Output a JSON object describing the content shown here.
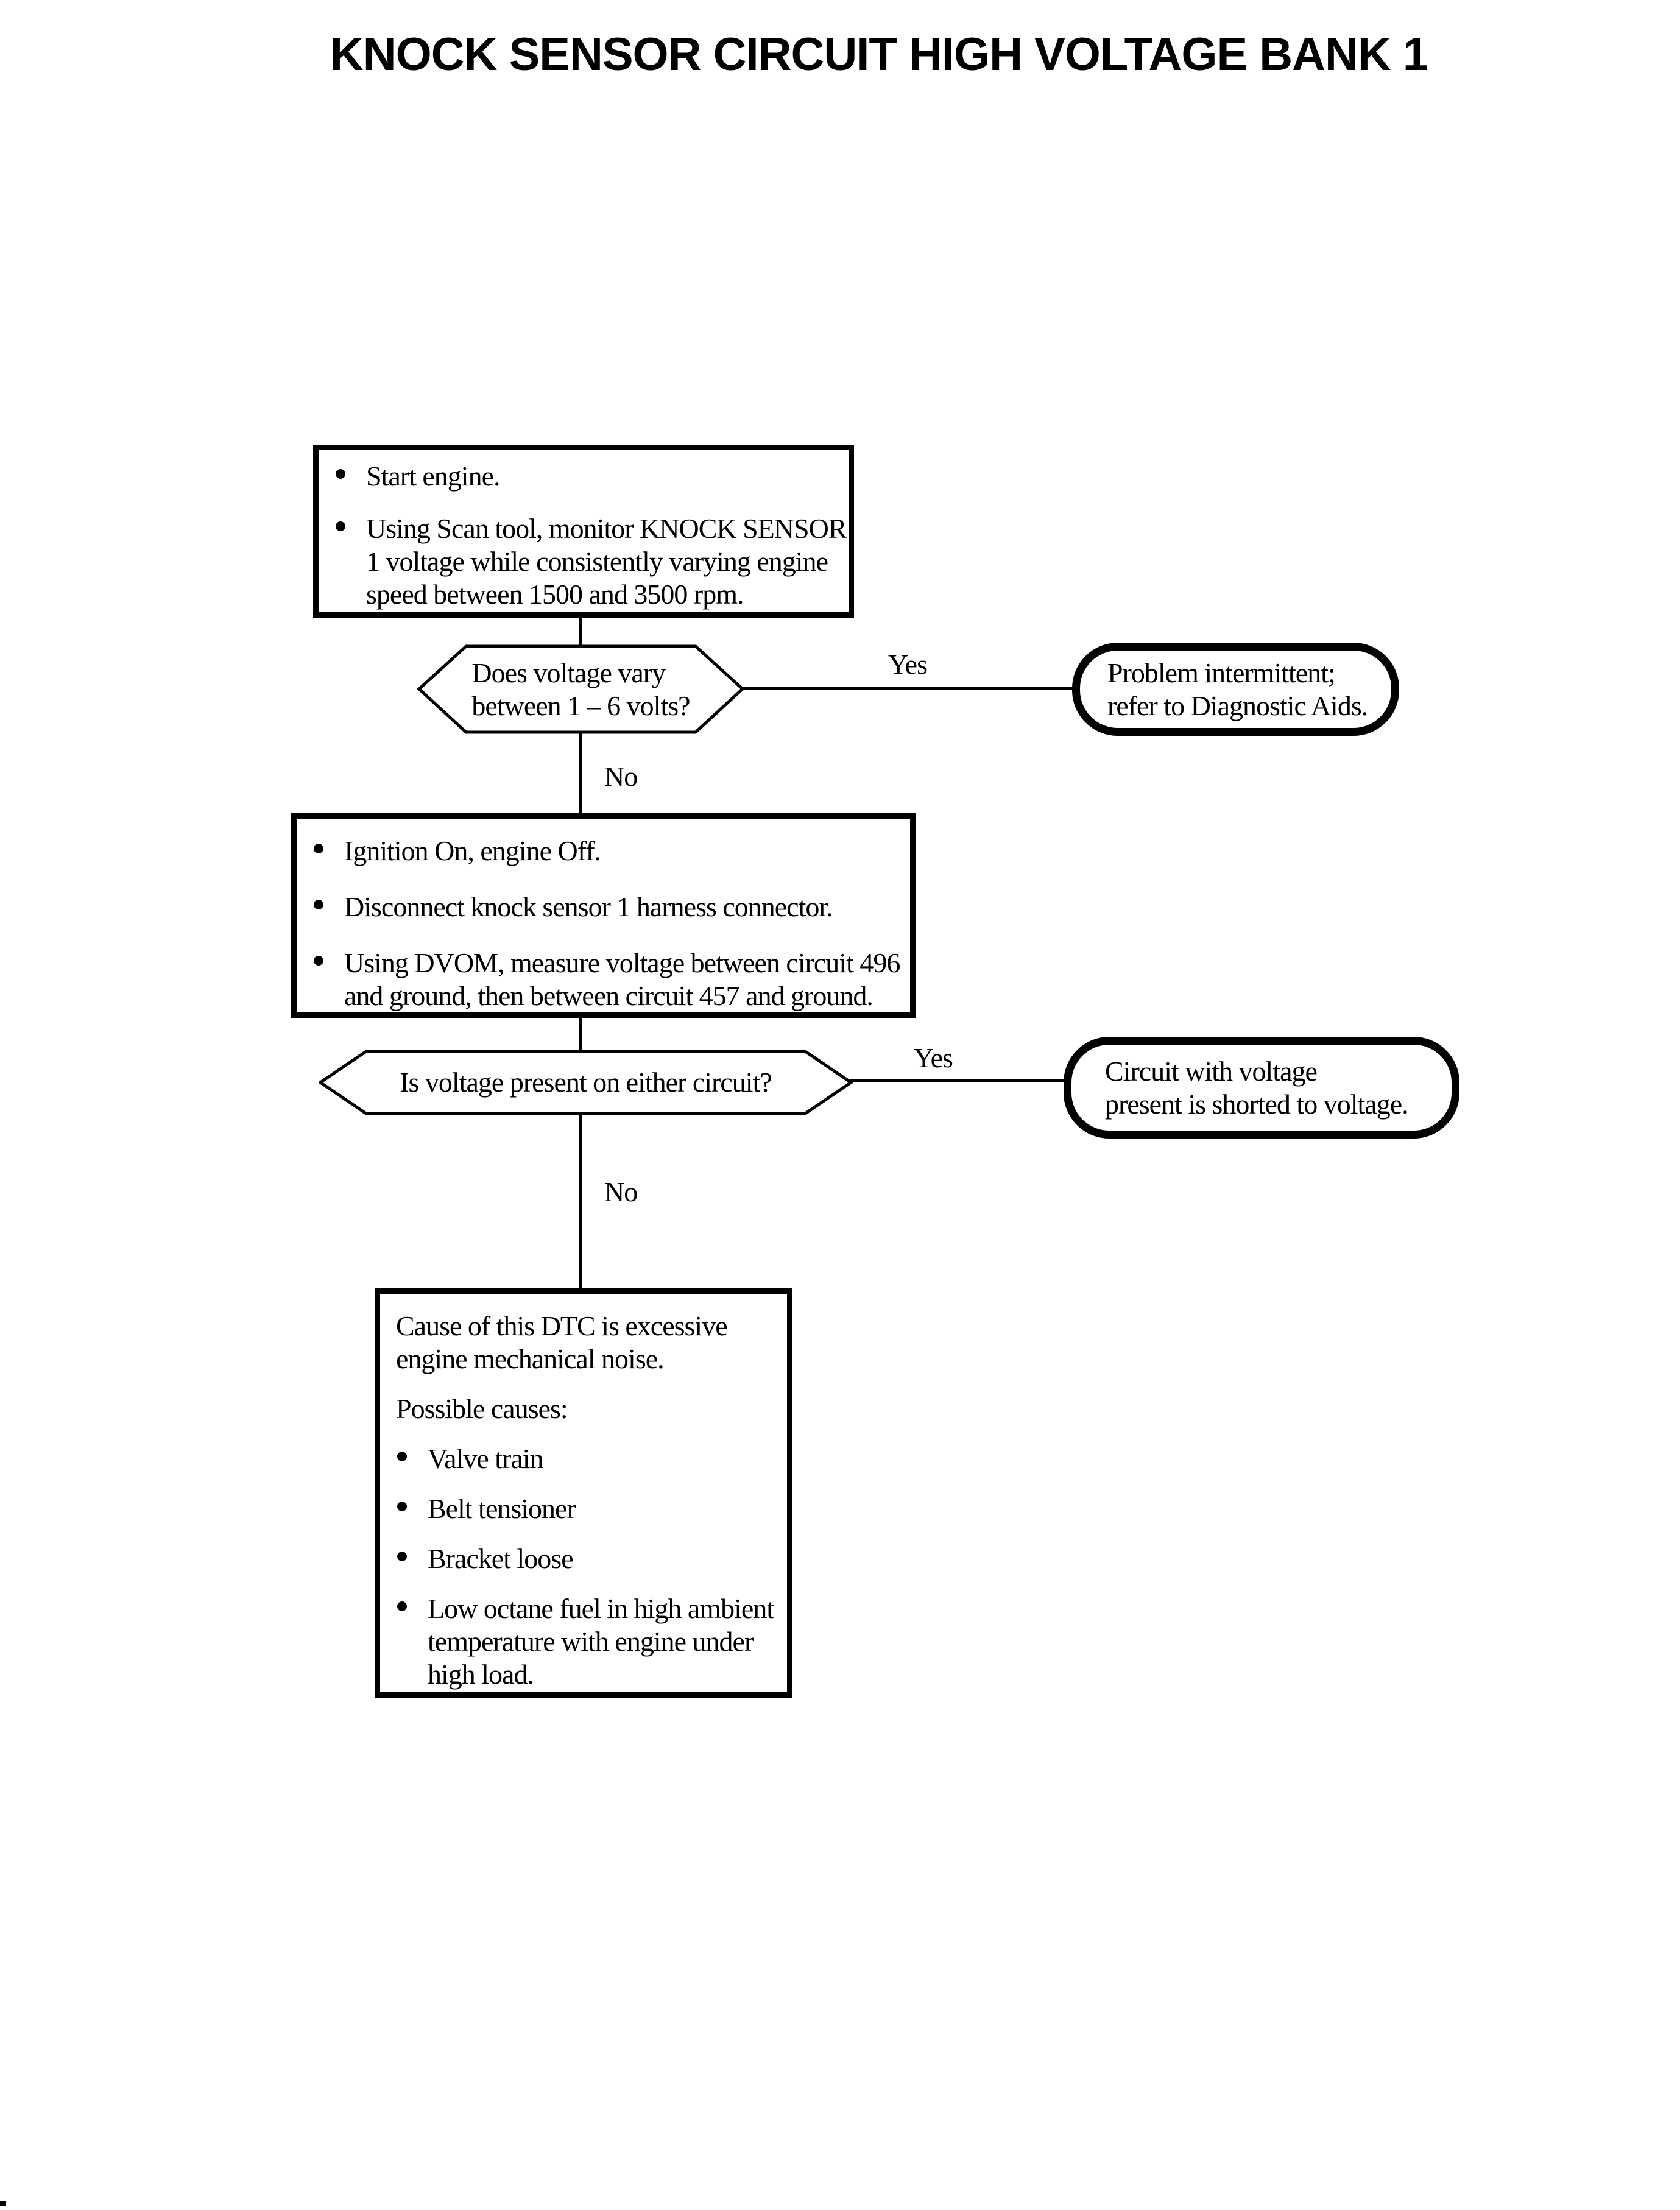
{
  "page": {
    "title": "KNOCK SENSOR CIRCUIT HIGH VOLTAGE BANK 1",
    "ink_color": "#000000",
    "paper_color": "#ffffff"
  },
  "flowchart": {
    "step1": {
      "type": "process",
      "bullets": [
        "Start engine.",
        "Using Scan tool, monitor KNOCK SENSOR\n1 voltage while consistently varying engine\nspeed between 1500 and 3500 rpm."
      ]
    },
    "decision1": {
      "type": "decision",
      "question": "Does voltage vary\nbetween 1 – 6 volts?",
      "yes_label": "Yes",
      "no_label": "No"
    },
    "terminal1": {
      "type": "terminal",
      "text": "Problem intermittent;\nrefer to Diagnostic Aids."
    },
    "step2": {
      "type": "process",
      "bullets": [
        "Ignition On, engine Off.",
        "Disconnect knock sensor 1 harness connector.",
        "Using DVOM, measure voltage between circuit 496\nand ground, then between circuit 457 and ground."
      ]
    },
    "decision2": {
      "type": "decision",
      "question": "Is voltage present on either circuit?",
      "yes_label": "Yes",
      "no_label": "No"
    },
    "terminal2": {
      "type": "terminal",
      "text": "Circuit with voltage\npresent is shorted to voltage."
    },
    "step3": {
      "type": "process",
      "intro": "Cause of this DTC is excessive\nengine mechanical noise.",
      "subtitle": "Possible causes:",
      "bullets": [
        "Valve train",
        "Belt tensioner",
        "Bracket loose",
        "Low octane fuel in high ambient\ntemperature with engine under\nhigh load."
      ]
    }
  }
}
